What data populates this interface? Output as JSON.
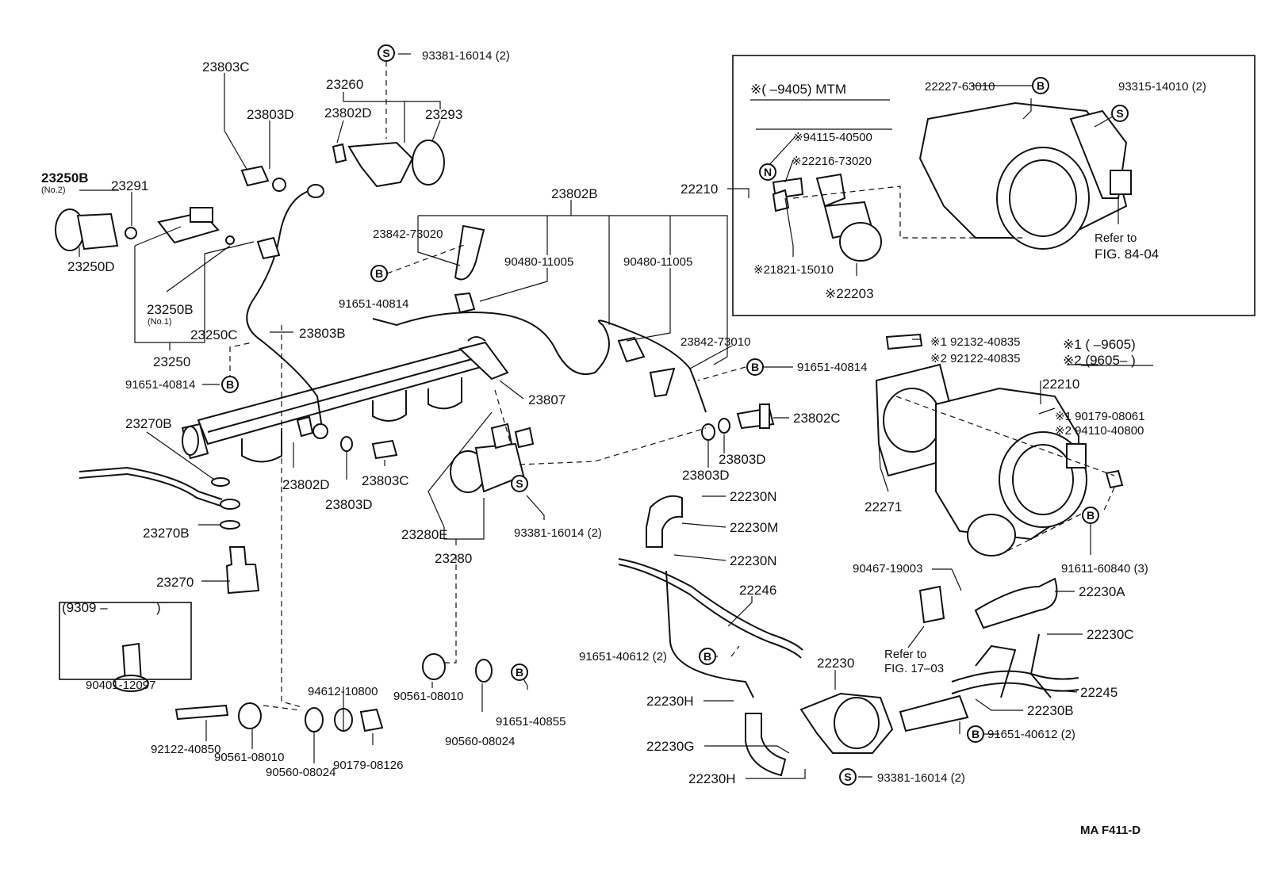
{
  "labels": {
    "p23803C_top": "23803C",
    "p23260": "23260",
    "p23803D_top": "23803D",
    "p23802D_top": "23802D",
    "p23293": "23293",
    "p93381_top": "93381-16014 (2)",
    "p23250B_no2": "23250B",
    "no2": "(No.2)",
    "p23291": "23291",
    "p23250D": "23250D",
    "p23250B_no1": "23250B",
    "no1": "(No.1)",
    "p23250C": "23250C",
    "p23250": "23250",
    "p23803B": "23803B",
    "p91651_left": "91651-40814",
    "p23802B": "23802B",
    "p23842_73020": "23842-73020",
    "p90480_a": "90480-11005",
    "p90480_b": "90480-11005",
    "p91651_mid": "91651-40814",
    "p23842_73010": "23842-73010",
    "p91651_right": "91651-40814",
    "p23807": "23807",
    "p23802C": "23802C",
    "p23803D_r1": "23803D",
    "p23803D_r2": "23803D",
    "p23270B_a": "23270B",
    "p23802D_low": "23802D",
    "p23803C_low": "23803C",
    "p23803D_low": "23803D",
    "p23280E": "23280E",
    "p23280": "23280",
    "p93381_mid": "93381-16014 (2)",
    "p23270B_b": "23270B",
    "p23270": "23270",
    "p9309": "(9309 –",
    "p9309_close": ")",
    "p90401": "90401-12097",
    "p94612": "94612-10800",
    "p90561_a": "90561-08010",
    "p91651_40855": "91651-40855",
    "p90560_a": "90560-08024",
    "p92122_40850": "92122-40850",
    "p90561_b": "90561-08010",
    "p90560_b": "90560-08024",
    "p90179_08126": "90179-08126",
    "mtm": "※(        –9405) MTM",
    "p22227": "22227-63010",
    "p93315": "93315-14010 (2)",
    "p94115": "※94115-40500",
    "p22216": "※22216-73020",
    "p22210_box": "22210",
    "p21821": "※21821-15010",
    "p22203": "※22203",
    "refer_84": "Refer to",
    "fig_84": "FIG. 84-04",
    "p92132": "※1 92132-40835",
    "p92122_40835": "※2 92122-40835",
    "note1": "※1 (        –9605)",
    "note2": "※2 (9605–        )",
    "p22210_r": "22210",
    "p90179_08061": "※1 90179-08061",
    "p94110": "※2 94110-40800",
    "p22271": "22271",
    "p91611": "91611-60840 (3)",
    "p22230N_a": "22230N",
    "p22230M": "22230M",
    "p22230N_b": "22230N",
    "p22246": "22246",
    "p90467": "90467-19003",
    "p22230A": "22230A",
    "p22230C": "22230C",
    "refer_17": "Refer to",
    "fig_17": "FIG. 17–03",
    "p91651_40612_l": "91651-40612 (2)",
    "p22230": "22230",
    "p22245": "22245",
    "p22230H_a": "22230H",
    "p22230B": "22230B",
    "p91651_40612_r": "91651-40612 (2)",
    "p22230G": "22230G",
    "p22230H_b": "22230H",
    "p93381_bot": "93381-16014 (2)",
    "figure_code": "MA  F411-D"
  },
  "symbols": {
    "s": "S",
    "b": "B",
    "n": "N"
  }
}
